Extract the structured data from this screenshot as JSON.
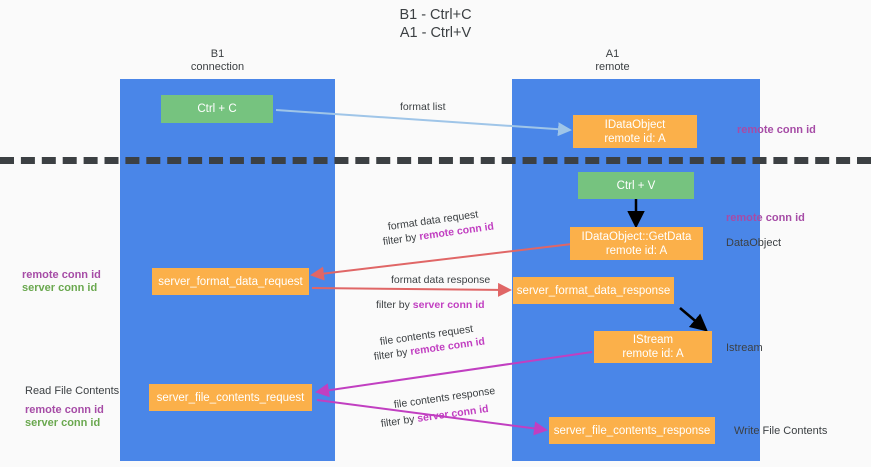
{
  "title": {
    "line1": "B1 - Ctrl+C",
    "line2": "A1 - Ctrl+V"
  },
  "lanes": [
    {
      "id": "left",
      "name": "B1",
      "role": "connection"
    },
    {
      "id": "right",
      "name": "A1",
      "role": "remote"
    }
  ],
  "nodes": {
    "ctrl_c": {
      "label": "Ctrl + C",
      "sub": "",
      "color": "green"
    },
    "idataobject": {
      "label": "IDataObject",
      "sub": "remote id: A",
      "color": "orange"
    },
    "ctrl_v": {
      "label": "Ctrl + V",
      "sub": "",
      "color": "green"
    },
    "getdata": {
      "label": "IDataObject::GetData",
      "sub": "remote id: A",
      "color": "orange"
    },
    "server_format_data_request": {
      "label": "server_format_data_request",
      "sub": "",
      "color": "orange"
    },
    "server_format_data_response": {
      "label": "server_format_data_response",
      "sub": "",
      "color": "orange"
    },
    "istream": {
      "label": "IStream",
      "sub": "remote id: A",
      "color": "orange"
    },
    "server_file_contents_request": {
      "label": "server_file_contents_request",
      "sub": "",
      "color": "orange"
    },
    "server_file_contents_response": {
      "label": "server_file_contents_response",
      "sub": "",
      "color": "orange"
    }
  },
  "edges": {
    "format_list": {
      "label": "format list",
      "filter": ""
    },
    "format_data_request": {
      "label": "format data request",
      "filter_prefix": "filter by ",
      "filter_key": "remote conn id"
    },
    "format_data_response": {
      "label": "format data response",
      "filter_prefix": "filter by ",
      "filter_key": "server conn id"
    },
    "file_contents_request": {
      "label": "file contents request",
      "filter_prefix": "filter by ",
      "filter_key": "remote conn id"
    },
    "file_contents_response": {
      "label": "file contents response",
      "filter_prefix": "filter by ",
      "filter_key": "server conn id"
    }
  },
  "annotations": {
    "right_remote_conn_id_top": "remote conn id",
    "right_remote_conn_id_mid": "remote conn id",
    "right_dataobject": "DataObject",
    "right_istream": "Istream",
    "right_write_file_contents": "Write File Contents",
    "left_remote_conn_id_mid": "remote conn id",
    "left_server_conn_id_mid": "server conn id",
    "left_read_file_contents": "Read File Contents",
    "left_remote_conn_id_bot": "remote conn id",
    "left_server_conn_id_bot": "server conn id"
  },
  "colors": {
    "lane": "#4a86e8",
    "node_green": "#76c37f",
    "node_orange": "#fbb04a",
    "purple": "#a64ca6",
    "green_text": "#6aa84f",
    "magenta": "#c13fc1",
    "arrow_blue": "#9fc5e8",
    "arrow_red": "#e06666",
    "arrow_magenta": "#c13fc1",
    "arrow_black": "#000000",
    "divider": "#3c4043",
    "background": "#fafafa"
  }
}
